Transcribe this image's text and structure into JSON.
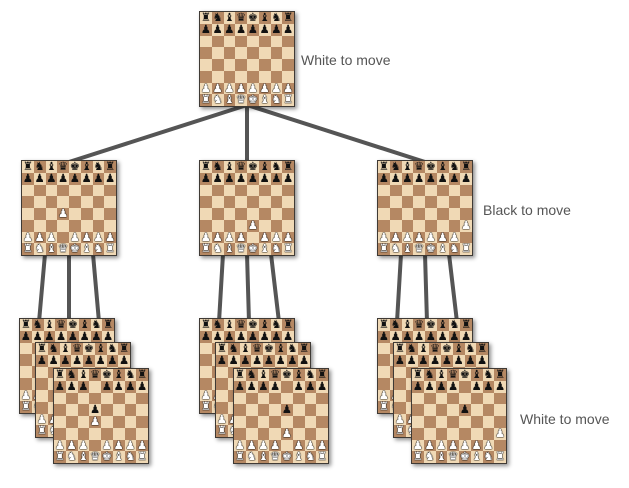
{
  "labels": {
    "root": "White to move",
    "depth1": "Black to move",
    "depth2": "White to move"
  },
  "colors": {
    "light_square": "#f0d9b5",
    "dark_square": "#b58863",
    "edge": "#555555",
    "label": "#555555"
  },
  "positions": {
    "start": [
      "rnbqkbnr",
      "pppppppp",
      "........",
      "........",
      "........",
      "........",
      "PPPPPPPP",
      "RNBQKBNR"
    ],
    "after_d4": [
      "rnbqkbnr",
      "pppppppp",
      "........",
      "........",
      "...P....",
      "........",
      "PPP.PPPP",
      "RNBQKBNR"
    ],
    "after_e3": [
      "rnbqkbnr",
      "pppppppp",
      "........",
      "........",
      "........",
      "....P...",
      "PPPP.PPP",
      "RNBQKBNR"
    ],
    "after_h3": [
      "rnbqkbnr",
      "pppppppp",
      "........",
      "........",
      "........",
      ".......P",
      "PPPPPPP.",
      "RNBQKBNR"
    ],
    "after_d4_d5": [
      "rnbqkbnr",
      "ppp.pppp",
      "........",
      "...p....",
      "...P....",
      "........",
      "PPP.PPPP",
      "RNBQKBNR"
    ],
    "after_e3_e5": [
      "rnbqkbnr",
      "pppp.ppp",
      "........",
      "....p...",
      "........",
      "....P...",
      "PPPP.PPP",
      "RNBQKBNR"
    ],
    "after_h3_e5": [
      "rnbqkbnr",
      "pppp.ppp",
      "........",
      "....p...",
      "........",
      ".......P",
      "PPPPPPP.",
      "RNBQKBNR"
    ]
  },
  "tree": {
    "root": {
      "position": "start"
    },
    "children": [
      {
        "position": "after_d4",
        "children": [
          "start",
          "start",
          "after_d4_d5"
        ]
      },
      {
        "position": "after_e3",
        "children": [
          "start",
          "start",
          "after_e3_e5"
        ]
      },
      {
        "position": "after_h3",
        "children": [
          "start",
          "start",
          "after_h3_e5"
        ]
      }
    ]
  }
}
